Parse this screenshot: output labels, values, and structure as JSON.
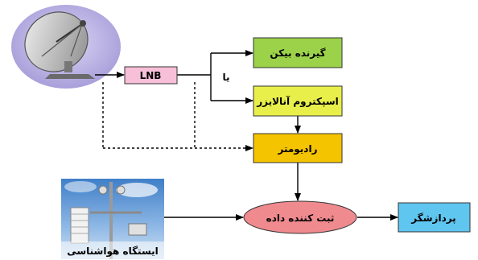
{
  "nodes": {
    "lnb": {
      "label": "LNB",
      "fill": "#f7bfd8"
    },
    "receiver": {
      "label": "گیرنده بیکن",
      "fill": "#9bd24a"
    },
    "spectrum": {
      "label": "اسپکتروم آنالایزر",
      "fill": "#e8ef4a"
    },
    "radiometer": {
      "label": "رادیومتر",
      "fill": "#f5c400"
    },
    "logger": {
      "label": "ثبت کننده داده",
      "fill": "#ef8a8f"
    },
    "processor": {
      "label": "پردازشگر",
      "fill": "#5fc6f0"
    },
    "weather_station": {
      "label": "ایستگاه هواشناسی"
    }
  },
  "connector_labels": {
    "or": "یا"
  },
  "icons": {
    "antenna": "satellite-dish-icon",
    "weather": "weather-station-icon"
  }
}
